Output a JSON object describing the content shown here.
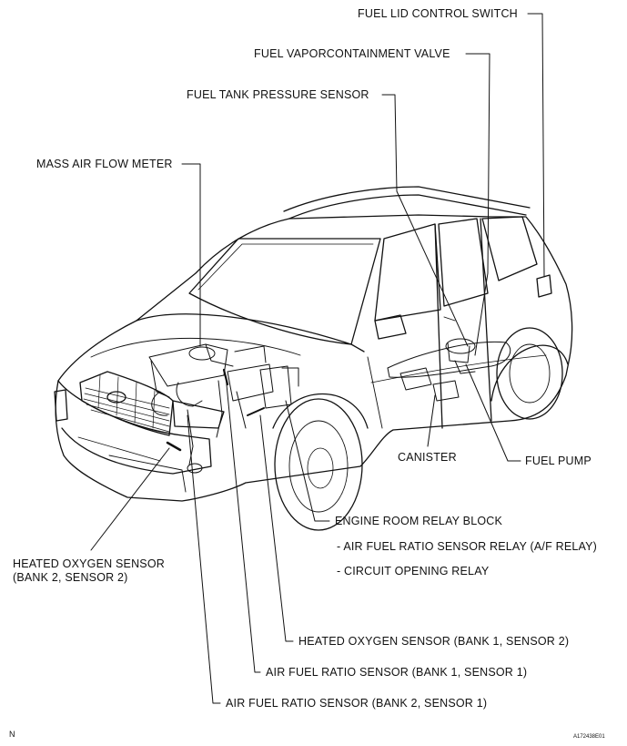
{
  "labels": {
    "fuel_lid_control_switch": "FUEL LID CONTROL SWITCH",
    "fuel_vapor_containment_valve": "FUEL VAPORCONTAINMENT VALVE",
    "fuel_tank_pressure_sensor": "FUEL TANK PRESSURE SENSOR",
    "mass_air_flow_meter": "MASS AIR FLOW METER",
    "canister": "CANISTER",
    "fuel_pump": "FUEL PUMP",
    "engine_room_relay_block": "ENGINE ROOM RELAY BLOCK",
    "af_relay": "- AIR FUEL RATIO SENSOR RELAY (A/F RELAY)",
    "circuit_opening_relay": "- CIRCUIT OPENING RELAY",
    "heated_o2_b2s2_line1": "HEATED OXYGEN SENSOR",
    "heated_o2_b2s2_line2": "(BANK 2, SENSOR 2)",
    "heated_o2_b1s2": "HEATED OXYGEN SENSOR (BANK 1, SENSOR 2)",
    "af_sensor_b1s1": "AIR FUEL RATIO SENSOR (BANK 1, SENSOR 1)",
    "af_sensor_b2s1": "AIR FUEL RATIO SENSOR (BANK 2, SENSOR 1)"
  },
  "corner_mark": "N",
  "figure_code": "A172438E01"
}
